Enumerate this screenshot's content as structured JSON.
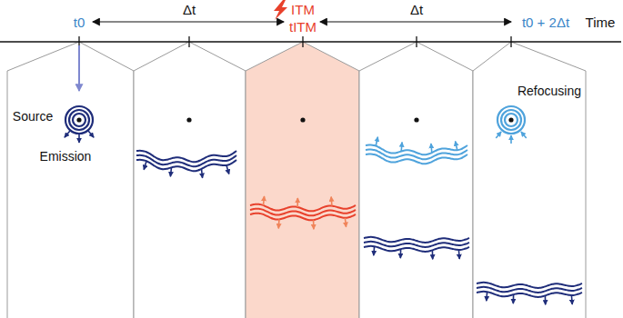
{
  "diagram": {
    "labels": [
      "t0",
      "Δt",
      "ITM",
      "tITM",
      "Δt",
      "t0 + 2Δt",
      "Time",
      "Source",
      "Emission",
      "Refocusing"
    ]
  }
}
